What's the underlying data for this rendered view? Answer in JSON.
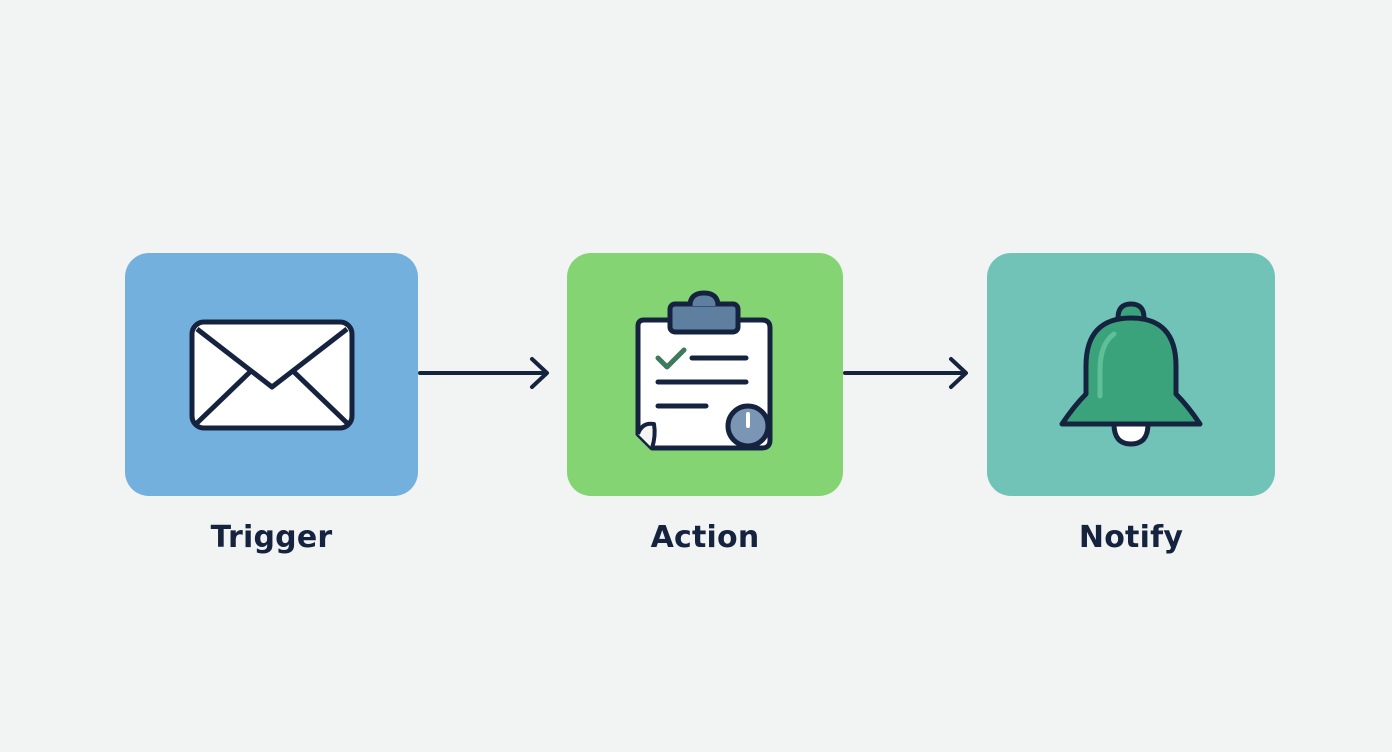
{
  "colors": {
    "background": "#f2f3f3",
    "trigger_box": "#74b0dd",
    "action_box": "#84d474",
    "notify_box": "#71c3b8",
    "ink": "#15233f",
    "bell_fill": "#3aa37c",
    "check_green": "#3d7a5e",
    "clip_slate": "#5f7fa0",
    "clock_gray": "#7a96b4"
  },
  "steps": [
    {
      "label": "Trigger",
      "icon": "envelope-icon"
    },
    {
      "label": "Action",
      "icon": "clipboard-check-icon"
    },
    {
      "label": "Notify",
      "icon": "bell-icon"
    }
  ]
}
